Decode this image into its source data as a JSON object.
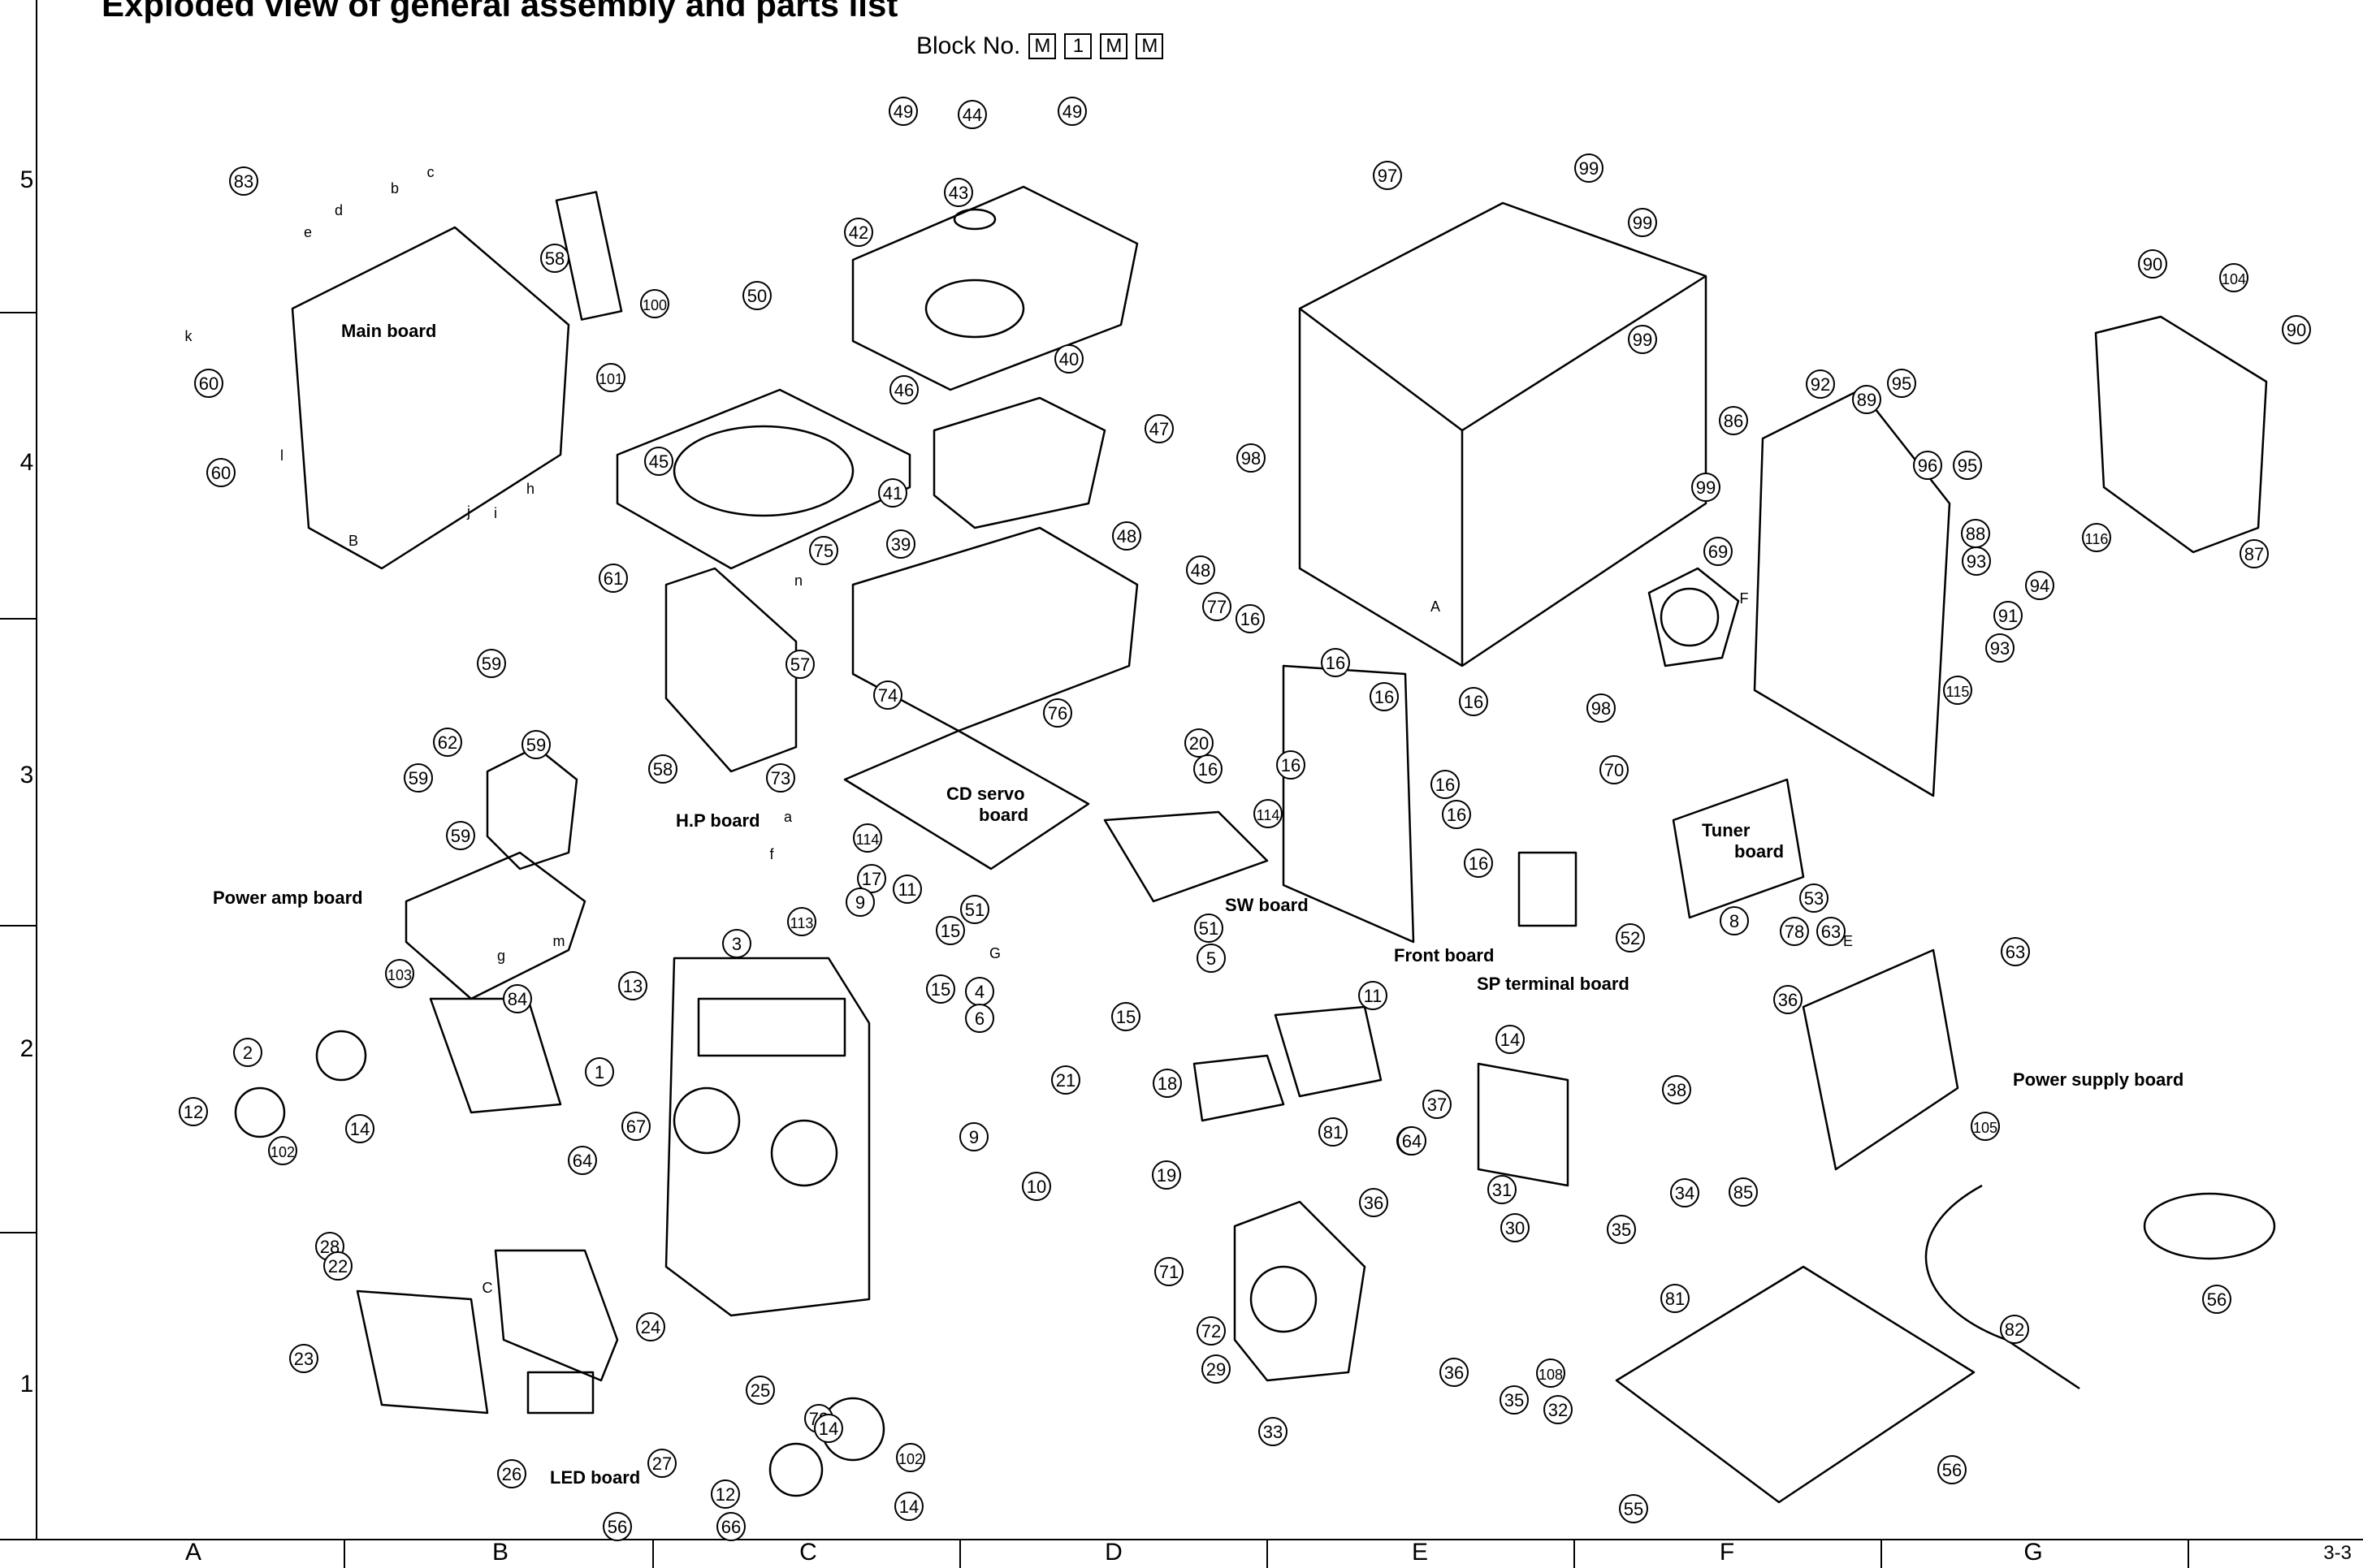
{
  "title": "Exploded view of general assembly and parts list",
  "block_label": "Block No.",
  "block_codes": [
    "M",
    "1",
    "M",
    "M"
  ],
  "row_labels": [
    "5",
    "4",
    "3",
    "2",
    "1"
  ],
  "column_labels": [
    "A",
    "B",
    "C",
    "D",
    "E",
    "F",
    "G"
  ],
  "page_number": "3-3",
  "board_labels": [
    "Main board",
    "Power amp board",
    "H.P board",
    "CD servo board",
    "SW board",
    "Front board",
    "SP terminal board",
    "Tuner board",
    "Power supply board",
    "LED board"
  ],
  "callouts": [
    "83",
    "58",
    "60",
    "60",
    "100",
    "101",
    "45",
    "50",
    "49",
    "44",
    "49",
    "42",
    "43",
    "46",
    "40",
    "41",
    "47",
    "48",
    "48",
    "39",
    "75",
    "97",
    "99",
    "99",
    "99",
    "98",
    "99",
    "69",
    "70",
    "98",
    "90",
    "104",
    "90",
    "92",
    "89",
    "95",
    "96",
    "95",
    "86",
    "116",
    "87",
    "88",
    "93",
    "94",
    "91",
    "93",
    "115",
    "61",
    "59",
    "57",
    "59",
    "62",
    "59",
    "58",
    "59",
    "74",
    "73",
    "76",
    "77",
    "16",
    "16",
    "16",
    "20",
    "16",
    "16",
    "16",
    "16",
    "16",
    "16",
    "114",
    "114",
    "17",
    "51",
    "51",
    "5",
    "8",
    "53",
    "52",
    "78",
    "63",
    "63",
    "103",
    "84",
    "3",
    "113",
    "9",
    "11",
    "15",
    "15",
    "4",
    "6",
    "15",
    "11",
    "21",
    "18",
    "19",
    "13",
    "1",
    "2",
    "14",
    "12",
    "102",
    "14",
    "37",
    "38",
    "36",
    "36",
    "105",
    "67",
    "64",
    "28",
    "22",
    "23",
    "24",
    "25",
    "27",
    "26",
    "79",
    "14",
    "12",
    "102",
    "14",
    "9",
    "10",
    "64",
    "81",
    "36",
    "71",
    "72",
    "29",
    "33",
    "31",
    "30",
    "36",
    "108",
    "32",
    "35",
    "35",
    "34",
    "85",
    "81",
    "82",
    "56",
    "55",
    "56",
    "56",
    "66"
  ],
  "connector_letters": [
    "a",
    "b",
    "c",
    "d",
    "e",
    "f",
    "g",
    "h",
    "i",
    "j",
    "k",
    "l",
    "m",
    "n",
    "A",
    "B",
    "C",
    "E",
    "F",
    "G"
  ]
}
